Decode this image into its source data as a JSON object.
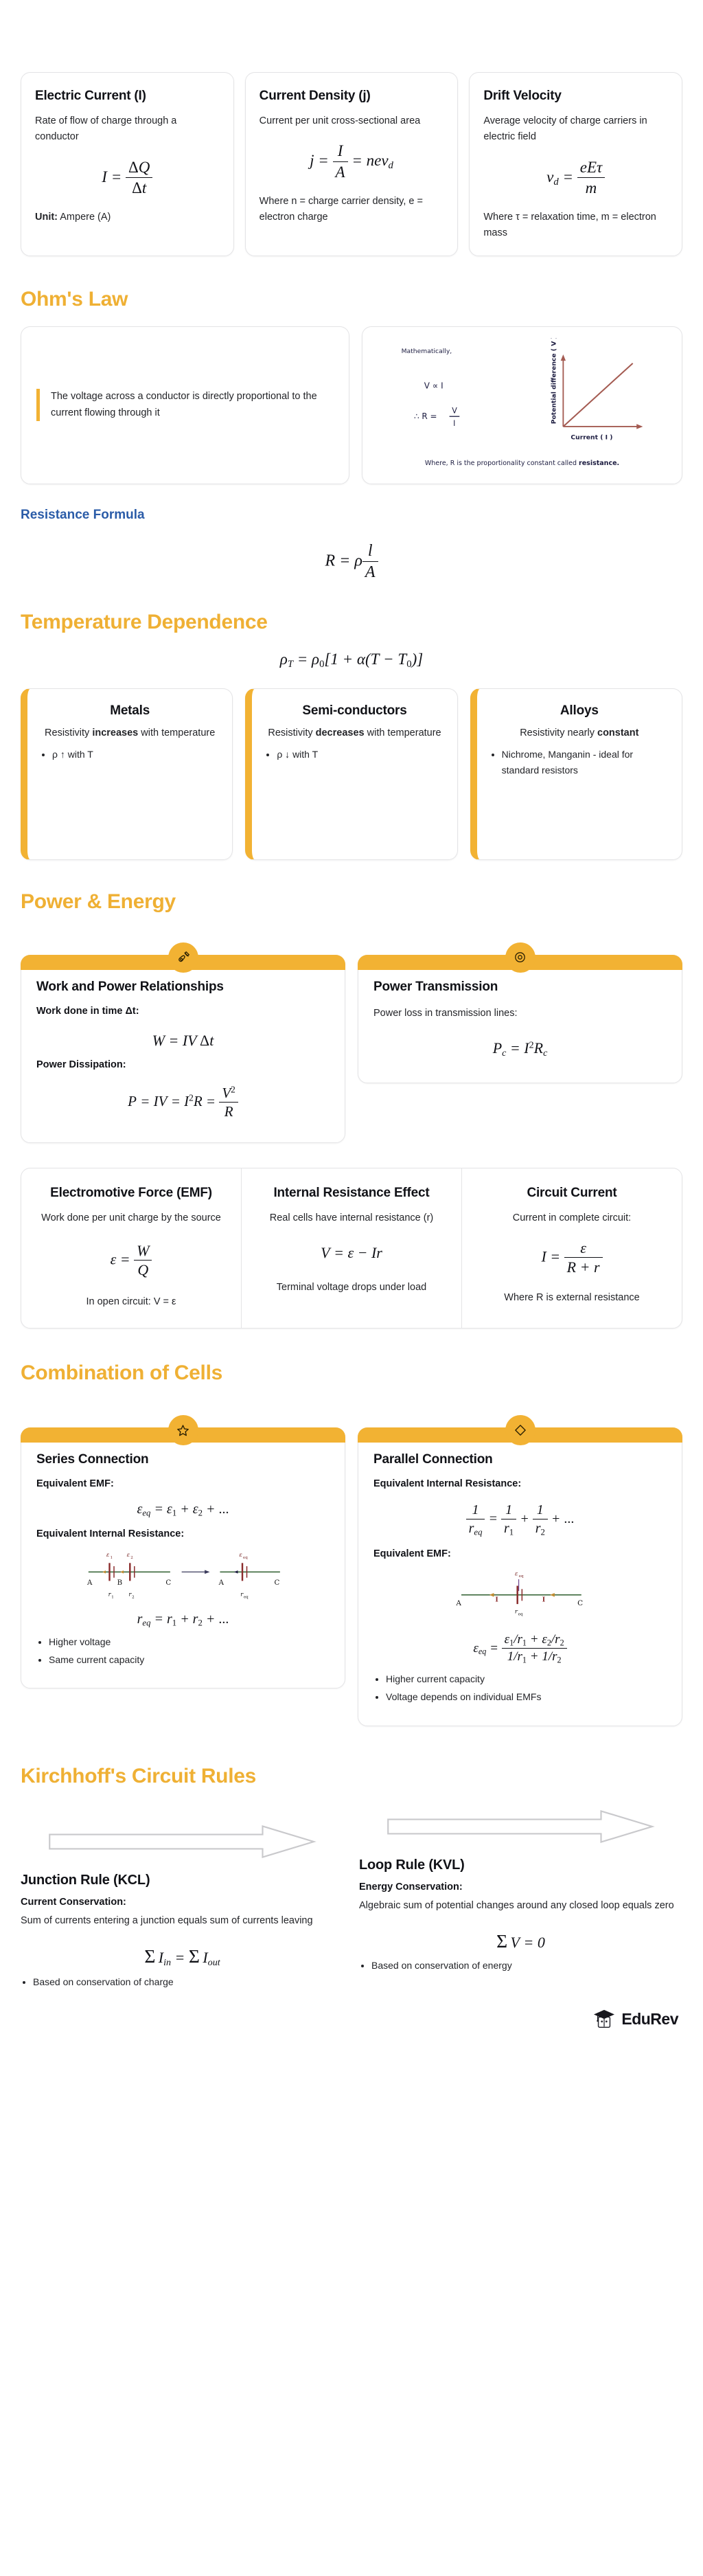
{
  "concept_cards": [
    {
      "title": "Electric Current (I)",
      "desc": "Rate of flow of charge through a conductor",
      "formula": "I = ΔQ / Δt",
      "note_label": "Unit:",
      "note": "Ampere (A)"
    },
    {
      "title": "Current Density (j)",
      "desc": "Current per unit cross-sectional area",
      "formula": "j = I / A = n e v_d",
      "note": "Where n = charge carrier density, e = electron charge"
    },
    {
      "title": "Drift Velocity",
      "desc": "Average velocity of charge carriers in electric field",
      "formula": "v_d = eEτ / m",
      "note": "Where τ = relaxation time, m = electron mass"
    }
  ],
  "ohms_law": {
    "heading": "Ohm's Law",
    "statement": "The voltage across a conductor is directly proportional to the current flowing through it",
    "figure": {
      "intro": "Mathematically,",
      "proportional": "V ∝ I",
      "derived": "∴ R = V / I",
      "y_axis": "Potential difference ( V )",
      "x_axis": "Current ( I )",
      "caption_plain": "Where, R is the proportionality constant called ",
      "caption_bold": "resistance."
    }
  },
  "resistance_formula": {
    "heading": "Resistance Formula",
    "formula": "R = ρ l / A"
  },
  "temperature": {
    "heading": "Temperature Dependence",
    "formula": "ρ_T = ρ₀[1 + α(T − T₀)]",
    "cards": [
      {
        "title": "Metals",
        "text_pre": "Resistivity ",
        "text_bold": "increases",
        "text_post": " with temperature",
        "bullets": [
          "ρ ↑ with T"
        ]
      },
      {
        "title": "Semi-conductors",
        "text_pre": "Resistivity ",
        "text_bold": "decreases",
        "text_post": " with temperature",
        "bullets": [
          "ρ ↓ with T"
        ]
      },
      {
        "title": "Alloys",
        "text_pre": "Resistivity nearly ",
        "text_bold": "constant",
        "text_post": "",
        "bullets": [
          "Nichrome, Manganin - ideal for standard resistors"
        ]
      }
    ]
  },
  "power_energy": {
    "heading": "Power & Energy",
    "cards": [
      {
        "icon": "guitar-icon",
        "icon_glyph": "🎸",
        "title": "Work and Power Relationships",
        "label1": "Work done in time Δt:",
        "formula1": "W = I V Δt",
        "label2": "Power Dissipation:",
        "formula2": "P = I V = I² R = V² / R"
      },
      {
        "icon": "target-icon",
        "icon_glyph": "◎",
        "title": "Power Transmission",
        "label1": "Power loss in transmission lines:",
        "formula1": "P_c = I² R_c"
      }
    ]
  },
  "emf": {
    "columns": [
      {
        "title": "Electromotive Force (EMF)",
        "desc": "Work done per unit charge by the source",
        "formula": "ε = W / Q",
        "note": "In open circuit: V = ε"
      },
      {
        "title": "Internal Resistance Effect",
        "desc": "Real cells have internal resistance (r)",
        "formula": "V = ε − I r",
        "note": "Terminal voltage drops under load"
      },
      {
        "title": "Circuit Current",
        "desc": "Current in complete circuit:",
        "formula": "I = ε / (R + r)",
        "note": "Where R is external resistance"
      }
    ]
  },
  "combination": {
    "heading": "Combination of Cells",
    "series": {
      "icon": "star-icon",
      "icon_glyph": "☆",
      "title": "Series Connection",
      "label1": "Equivalent EMF:",
      "formula1": "ε_eq = ε₁ + ε₂ + ...",
      "label2": "Equivalent Internal Resistance:",
      "formula2": "r_eq = r₁ + r₂ + ...",
      "diagram": {
        "node_a": "A",
        "node_b": "B",
        "node_c": "C",
        "emf1": "ε₁",
        "emf2": "ε₂",
        "r1": "r₁",
        "r2": "r₂",
        "emf_eq": "εeq",
        "r_eq": "req"
      },
      "bullets": [
        "Higher voltage",
        "Same current capacity"
      ]
    },
    "parallel": {
      "icon": "diamond-icon",
      "icon_glyph": "◇",
      "title": "Parallel Connection",
      "label1": "Equivalent Internal Resistance:",
      "formula1": "1/r_eq = 1/r₁ + 1/r₂ + ...",
      "label2": "Equivalent EMF:",
      "formula2": "ε_eq = (ε₁/r₁ + ε₂/r₂) / (1/r₁ + 1/r₂)",
      "diagram": {
        "node_a": "A",
        "node_c": "C",
        "emf_eq": "εeq",
        "r_eq": "req"
      },
      "bullets": [
        "Higher current capacity",
        "Voltage depends on individual EMFs"
      ]
    }
  },
  "kirchhoff": {
    "heading": "Kirchhoff's Circuit Rules",
    "junction": {
      "title": "Junction Rule (KCL)",
      "label": "Current Conservation:",
      "desc": "Sum of currents entering a junction equals sum of currents leaving",
      "formula": "Σ I_in = Σ I_out",
      "bullets": [
        "Based on conservation of charge"
      ]
    },
    "loop": {
      "title": "Loop Rule (KVL)",
      "label": "Energy Conservation:",
      "desc": "Algebraic sum of potential changes around any closed loop equals zero",
      "formula": "Σ V = 0",
      "bullets": [
        "Based on conservation of energy"
      ]
    }
  },
  "footer": {
    "brand": "EduRev"
  },
  "colors": {
    "accent_yellow": "#EFB034",
    "accent_yellow_bar": "#F2B233",
    "heading_blue": "#2B5CA8",
    "text": "#111217",
    "card_border": "#E4E4E6"
  }
}
